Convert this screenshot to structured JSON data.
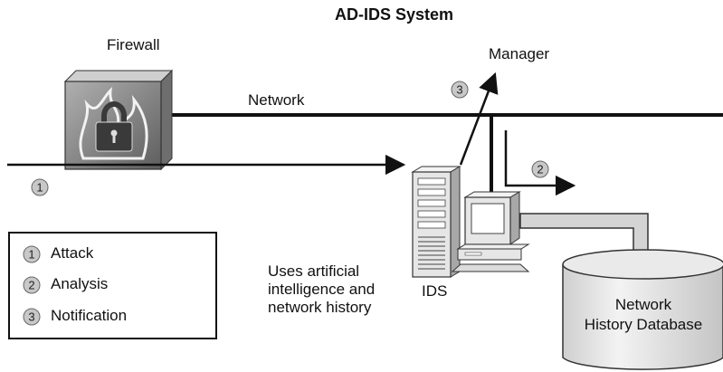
{
  "title": "AD-IDS System",
  "labels": {
    "firewall": "Firewall",
    "network": "Network",
    "manager": "Manager",
    "ids": "IDS",
    "database": "Network\nHistory Database",
    "ai_note": "Uses artificial\nintelligence and\nnetwork history"
  },
  "steps": [
    {
      "num": "1",
      "label": "Attack"
    },
    {
      "num": "2",
      "label": "Analysis"
    },
    {
      "num": "3",
      "label": "Notification"
    }
  ],
  "colors": {
    "line": "#111111",
    "badge_fill": "#c8c8c8",
    "device_fill": "#e6e6e6",
    "firewall_fill": "#8a8a8a",
    "cylinder_fill": "#e2e2e2"
  }
}
